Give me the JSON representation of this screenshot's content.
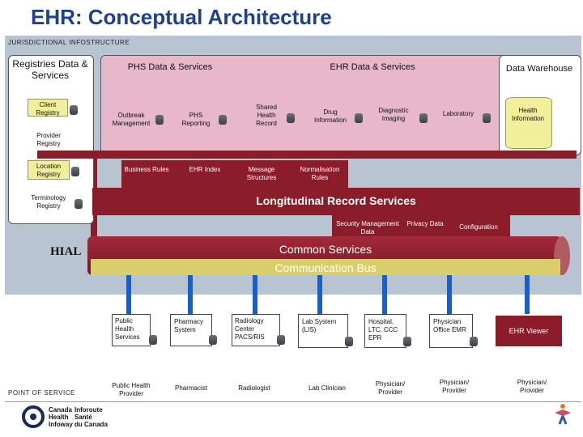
{
  "title": "EHR: Conceptual Architecture",
  "jurisdictional_label": "JURISDICTIONAL INFOSTRUCTURE",
  "pos_label": "POINT OF SERVICE",
  "registries": {
    "header": "Registries Data & Services",
    "items": [
      "Client Registry",
      "Provider Registry",
      "Location Registry",
      "Terminology Registry"
    ]
  },
  "phs": {
    "header": "PHS Data & Services",
    "items": [
      "Outbreak Management",
      "PHS Reporting"
    ]
  },
  "ehr": {
    "header": "EHR Data & Services",
    "items": [
      "Shared Health Record",
      "Drug Information",
      "Diagnostic Imaging",
      "Laboratory"
    ]
  },
  "warehouse": {
    "header": "Data Warehouse",
    "item": "Health Information"
  },
  "lrs": {
    "items": [
      "Business Rules",
      "EHR Index",
      "Message Structures",
      "Normalisation Rules"
    ],
    "label": "Longitudinal Record Services"
  },
  "common": {
    "items": [
      "Security Management Data",
      "Privacy Data",
      "Configuration"
    ],
    "label": "Common Services"
  },
  "hial": "HIAL",
  "comm_bus": "Communication Bus",
  "pos_systems": [
    "Public Health Services",
    "Pharmacy System",
    "Radiology Center PACS/RIS",
    "Lab System (LIS)",
    "Hospital, LTC, CCC EPR",
    "Physician Office EMR",
    "EHR Viewer"
  ],
  "providers": [
    "Public Health Provider",
    "Pharmacist",
    "Radiologist",
    "Lab Clinician",
    "Physician/ Provider",
    "Physician/ Provider",
    "Physician/ Provider"
  ],
  "logo": {
    "line1a": "Canada",
    "line1b": "Inforoute",
    "line2a": "Health",
    "line2b": "Santé",
    "line3a": "Infoway",
    "line3b": "du Canada"
  },
  "colors": {
    "title": "#1f3f8f",
    "ehr_bg": "#e8b7c9",
    "maroon": "#8b1c2a",
    "yellow": "#f2ef9b",
    "connector": "#1a5fc8",
    "band": "#b9c4d2"
  }
}
